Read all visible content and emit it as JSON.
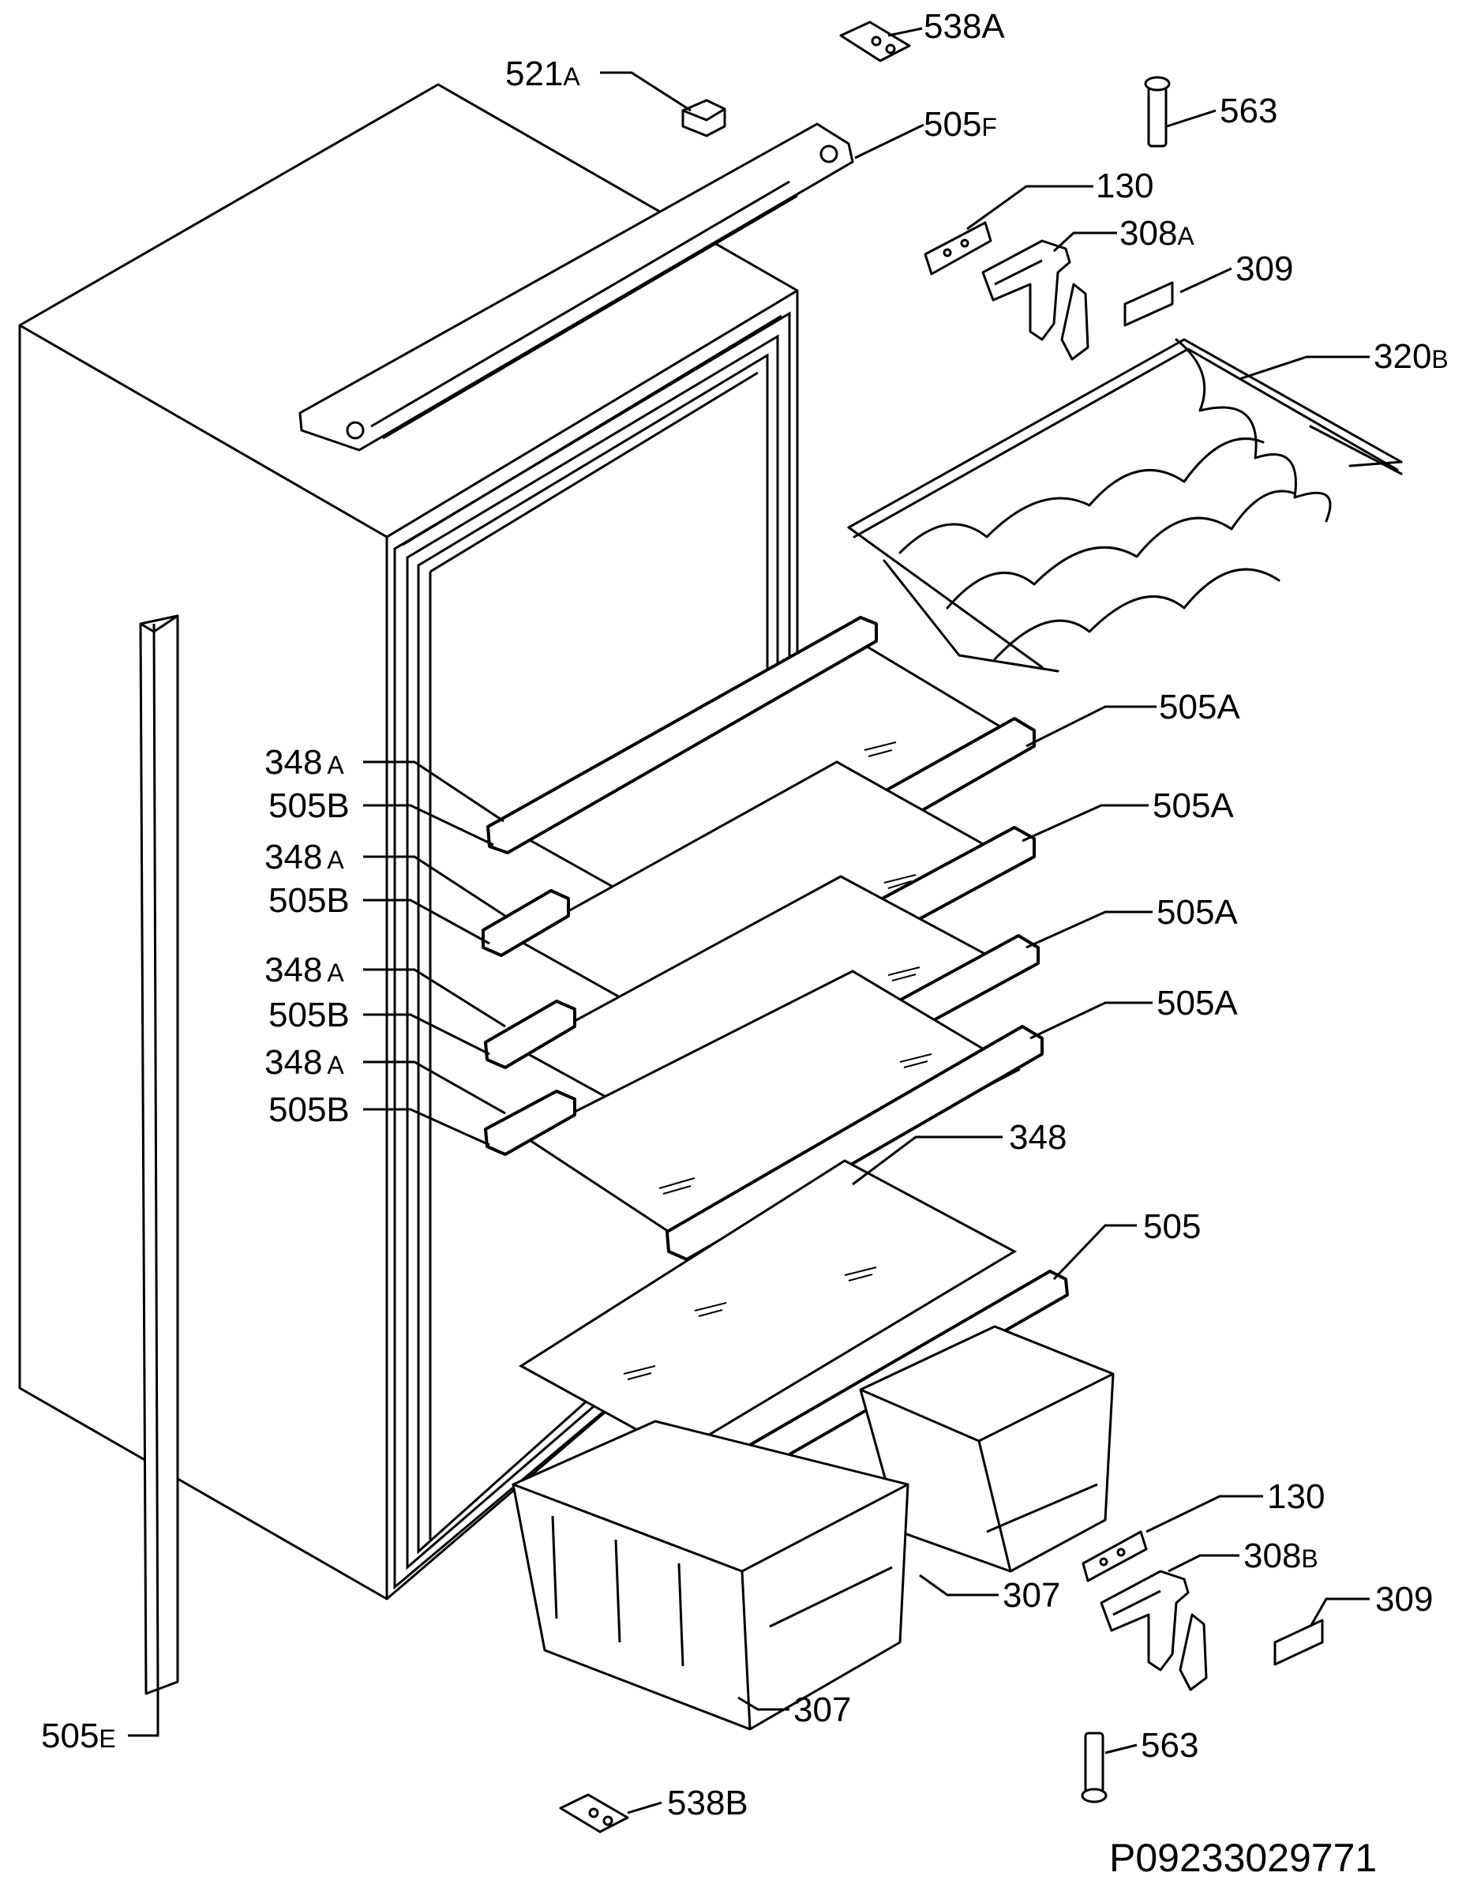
{
  "drawing_code": "P09233029771",
  "labels": [
    {
      "id": "538A-top",
      "num": "538",
      "suffix": "A",
      "part": "hinge-plate"
    },
    {
      "id": "521A",
      "num": "521",
      "suffix": "A",
      "part": "cap"
    },
    {
      "id": "563-top",
      "num": "563",
      "suffix": "",
      "part": "pin"
    },
    {
      "id": "505F",
      "num": "505",
      "suffix": "F",
      "part": "top-trim"
    },
    {
      "id": "130-top",
      "num": "130",
      "suffix": "",
      "part": "bracket"
    },
    {
      "id": "308A",
      "num": "308",
      "suffix": "A",
      "part": "hinge"
    },
    {
      "id": "309-top",
      "num": "309",
      "suffix": "",
      "part": "cover"
    },
    {
      "id": "320B",
      "num": "320",
      "suffix": "B",
      "part": "bottle-rack"
    },
    {
      "id": "505A-1",
      "num": "505A",
      "suffix": "",
      "part": "shelf-trim-front"
    },
    {
      "id": "505A-2",
      "num": "505A",
      "suffix": "",
      "part": "shelf-trim-front"
    },
    {
      "id": "505A-3",
      "num": "505A",
      "suffix": "",
      "part": "shelf-trim-front"
    },
    {
      "id": "505A-4",
      "num": "505A",
      "suffix": "",
      "part": "shelf-trim-front"
    },
    {
      "id": "348A-1",
      "num": "348",
      "suffix": "A",
      "part": "glass-shelf"
    },
    {
      "id": "505B-1",
      "num": "505B",
      "suffix": "",
      "part": "shelf-trim-rear"
    },
    {
      "id": "348A-2",
      "num": "348",
      "suffix": "A",
      "part": "glass-shelf"
    },
    {
      "id": "505B-2",
      "num": "505B",
      "suffix": "",
      "part": "shelf-trim-rear"
    },
    {
      "id": "348A-3",
      "num": "348",
      "suffix": "A",
      "part": "glass-shelf"
    },
    {
      "id": "505B-3",
      "num": "505B",
      "suffix": "",
      "part": "shelf-trim-rear"
    },
    {
      "id": "348A-4",
      "num": "348",
      "suffix": "A",
      "part": "glass-shelf"
    },
    {
      "id": "505B-4",
      "num": "505B",
      "suffix": "",
      "part": "shelf-trim-rear"
    },
    {
      "id": "348",
      "num": "348",
      "suffix": "",
      "part": "crisper-cover-glass"
    },
    {
      "id": "505",
      "num": "505",
      "suffix": "",
      "part": "cover-trim"
    },
    {
      "id": "130-bot",
      "num": "130",
      "suffix": "",
      "part": "bracket"
    },
    {
      "id": "308B",
      "num": "308",
      "suffix": "B",
      "part": "hinge"
    },
    {
      "id": "309-bot",
      "num": "309",
      "suffix": "",
      "part": "cover"
    },
    {
      "id": "307-right",
      "num": "307",
      "suffix": "",
      "part": "crisper-drawer"
    },
    {
      "id": "307-left",
      "num": "307",
      "suffix": "",
      "part": "crisper-drawer"
    },
    {
      "id": "563-bot",
      "num": "563",
      "suffix": "",
      "part": "pin"
    },
    {
      "id": "505E",
      "num": "505",
      "suffix": "E",
      "part": "side-trim"
    },
    {
      "id": "538B",
      "num": "538",
      "suffix": "B",
      "part": "hinge-plate"
    }
  ]
}
